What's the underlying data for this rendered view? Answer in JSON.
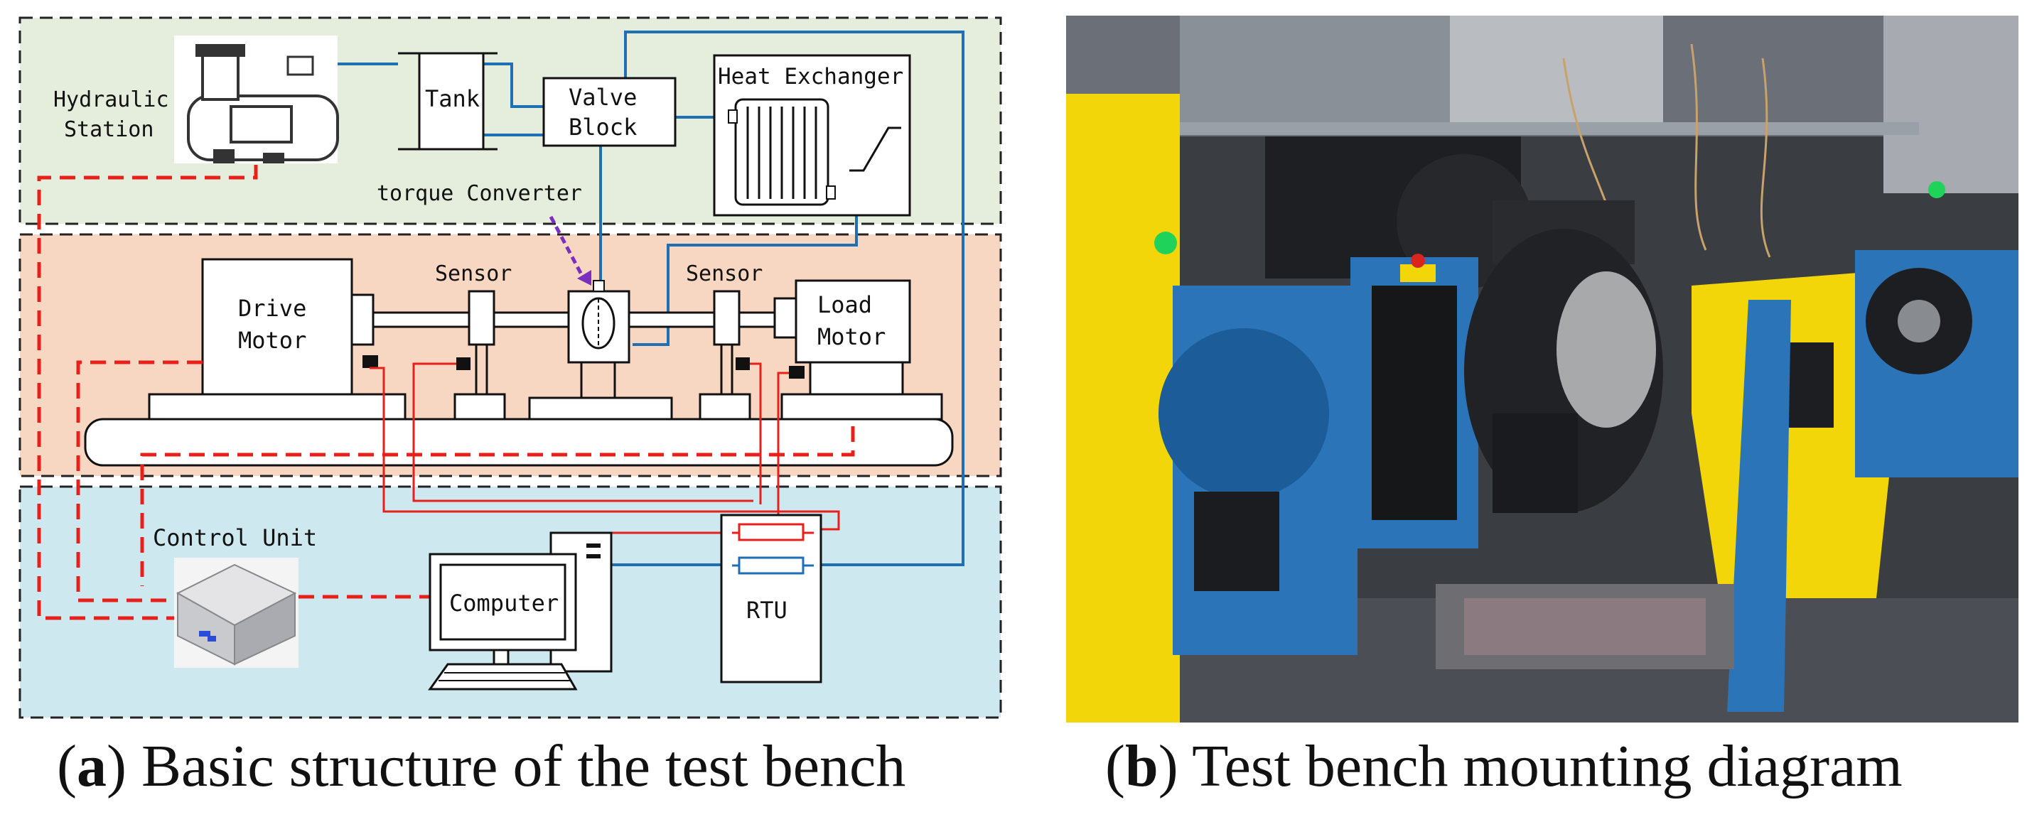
{
  "panel_a": {
    "label_letter": "a",
    "caption": "Basic structure of the test bench",
    "components": {
      "hydraulic_station": "Hydraulic\nStation",
      "tank": "Tank",
      "valve_block": "Valve\nBlock",
      "heat_exchanger": "Heat Exchanger",
      "torque_converter": "torque Converter",
      "sensor_left": "Sensor",
      "sensor_right": "Sensor",
      "drive_motor": "Drive\nMotor",
      "load_motor": "Load\nMotor",
      "control_unit": "Control Unit",
      "computer": "Computer",
      "rtu": "RTU"
    },
    "colors": {
      "top_zone": "#e5eedc",
      "middle_zone": "#f8d7c2",
      "bottom_zone": "#cde9ef",
      "hydraulic_line": "#1f6fb5",
      "signal_line": "#e8201c",
      "control_line_dashed": "#e8201c",
      "arrow": "#7b2fbf"
    }
  },
  "panel_b": {
    "label_letter": "b",
    "caption": "Test bench mounting diagram",
    "colors": {
      "bench_blue": "#2c74b8",
      "frame_yellow": "#f2d60a",
      "background_dark": "#3a3d42"
    }
  }
}
